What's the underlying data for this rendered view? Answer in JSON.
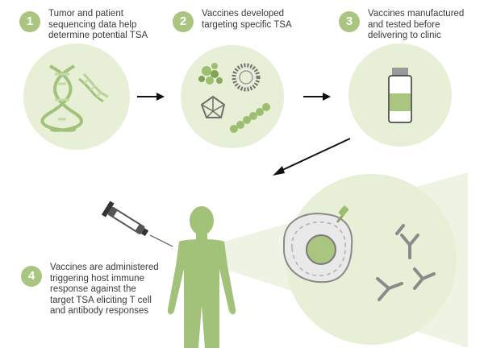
{
  "steps": [
    {
      "number": "1",
      "lines": [
        "Tumor and patient",
        "sequencing data help",
        "determine potential TSA"
      ]
    },
    {
      "number": "2",
      "lines": [
        "Vaccines developed",
        "targeting specific TSA"
      ]
    },
    {
      "number": "3",
      "lines": [
        "Vaccines manufactured",
        "and tested before",
        "delivering to clinic"
      ]
    },
    {
      "number": "4",
      "lines": [
        "Vaccines are administered",
        "triggering host immune",
        "response against the",
        "target TSA eliciting T cell",
        "and antibody responses"
      ]
    }
  ],
  "colors": {
    "step_badge": "#a9c57f",
    "circle_fill": "#e7efd6",
    "green": "#a3c279",
    "green_dark": "#7fa552",
    "gray": "#7a7a7a",
    "arrow": "#111111"
  },
  "icons": [
    "dna-icon",
    "vaccine-particles-icon",
    "vial-icon",
    "syringe-icon",
    "human-figure-icon",
    "cell-icon",
    "antibody-icon"
  ]
}
